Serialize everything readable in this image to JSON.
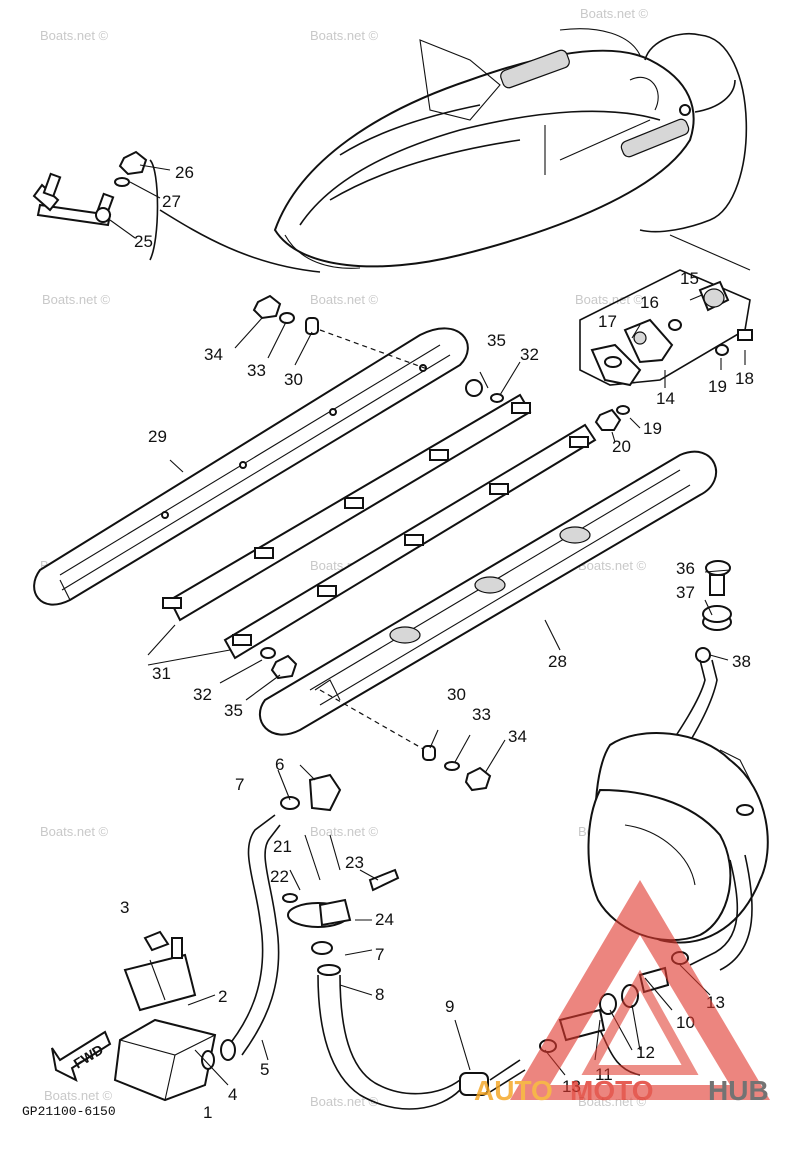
{
  "diagram": {
    "callouts": [
      "1",
      "2",
      "3",
      "4",
      "5",
      "6",
      "7",
      "7",
      "8",
      "9",
      "10",
      "11",
      "12",
      "13",
      "13",
      "14",
      "15",
      "16",
      "17",
      "18",
      "19",
      "19",
      "20",
      "21",
      "22",
      "23",
      "24",
      "25",
      "26",
      "27",
      "28",
      "29",
      "30",
      "30",
      "31",
      "32",
      "32",
      "33",
      "33",
      "34",
      "34",
      "35",
      "35",
      "36",
      "37",
      "38"
    ],
    "drawing_code": "GP21100-6150",
    "fwd_label": "FWD",
    "watermarks": [
      "Boats.net ©",
      "Boats.net ©",
      "Boats.net ©",
      "Boats.net ©",
      "Boats.net ©",
      "Boats.net ©",
      "Boats.net ©",
      "Boats.net ©",
      "Boats.net ©",
      "Boats.net ©",
      "Boats.net ©",
      "Boats.net ©",
      "Boats.net ©",
      "Boats.net ©",
      "Boats.net ©"
    ],
    "brand": {
      "part1": "AUTO",
      "part2": "MOTO",
      "part3": "HUB"
    },
    "colors": {
      "line": "#111111",
      "watermark": "#c9c9c9",
      "brand_orange": "#f5a623",
      "brand_red": "#e03a2f",
      "brand_gray": "#555555"
    }
  }
}
